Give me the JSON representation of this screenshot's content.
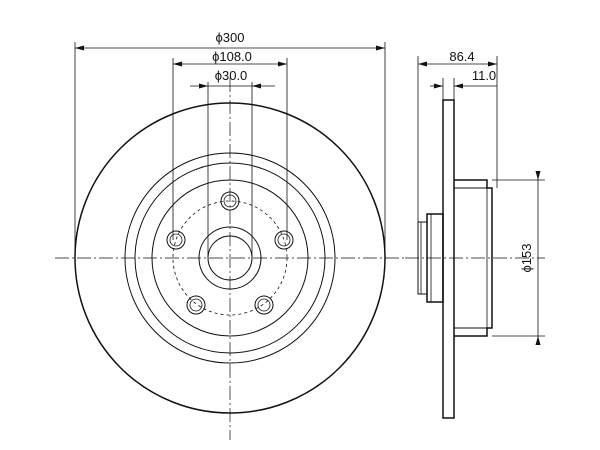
{
  "dimensions": {
    "outer_diameter": "ϕ300",
    "pcd_diameter": "ϕ108.0",
    "center_bore_diameter": "ϕ30.0",
    "hub_height_diameter": "ϕ153",
    "overall_height": "86.4",
    "disc_thickness": "11.0"
  },
  "views": {
    "front": {
      "bolt_holes": 5
    },
    "side": {}
  }
}
